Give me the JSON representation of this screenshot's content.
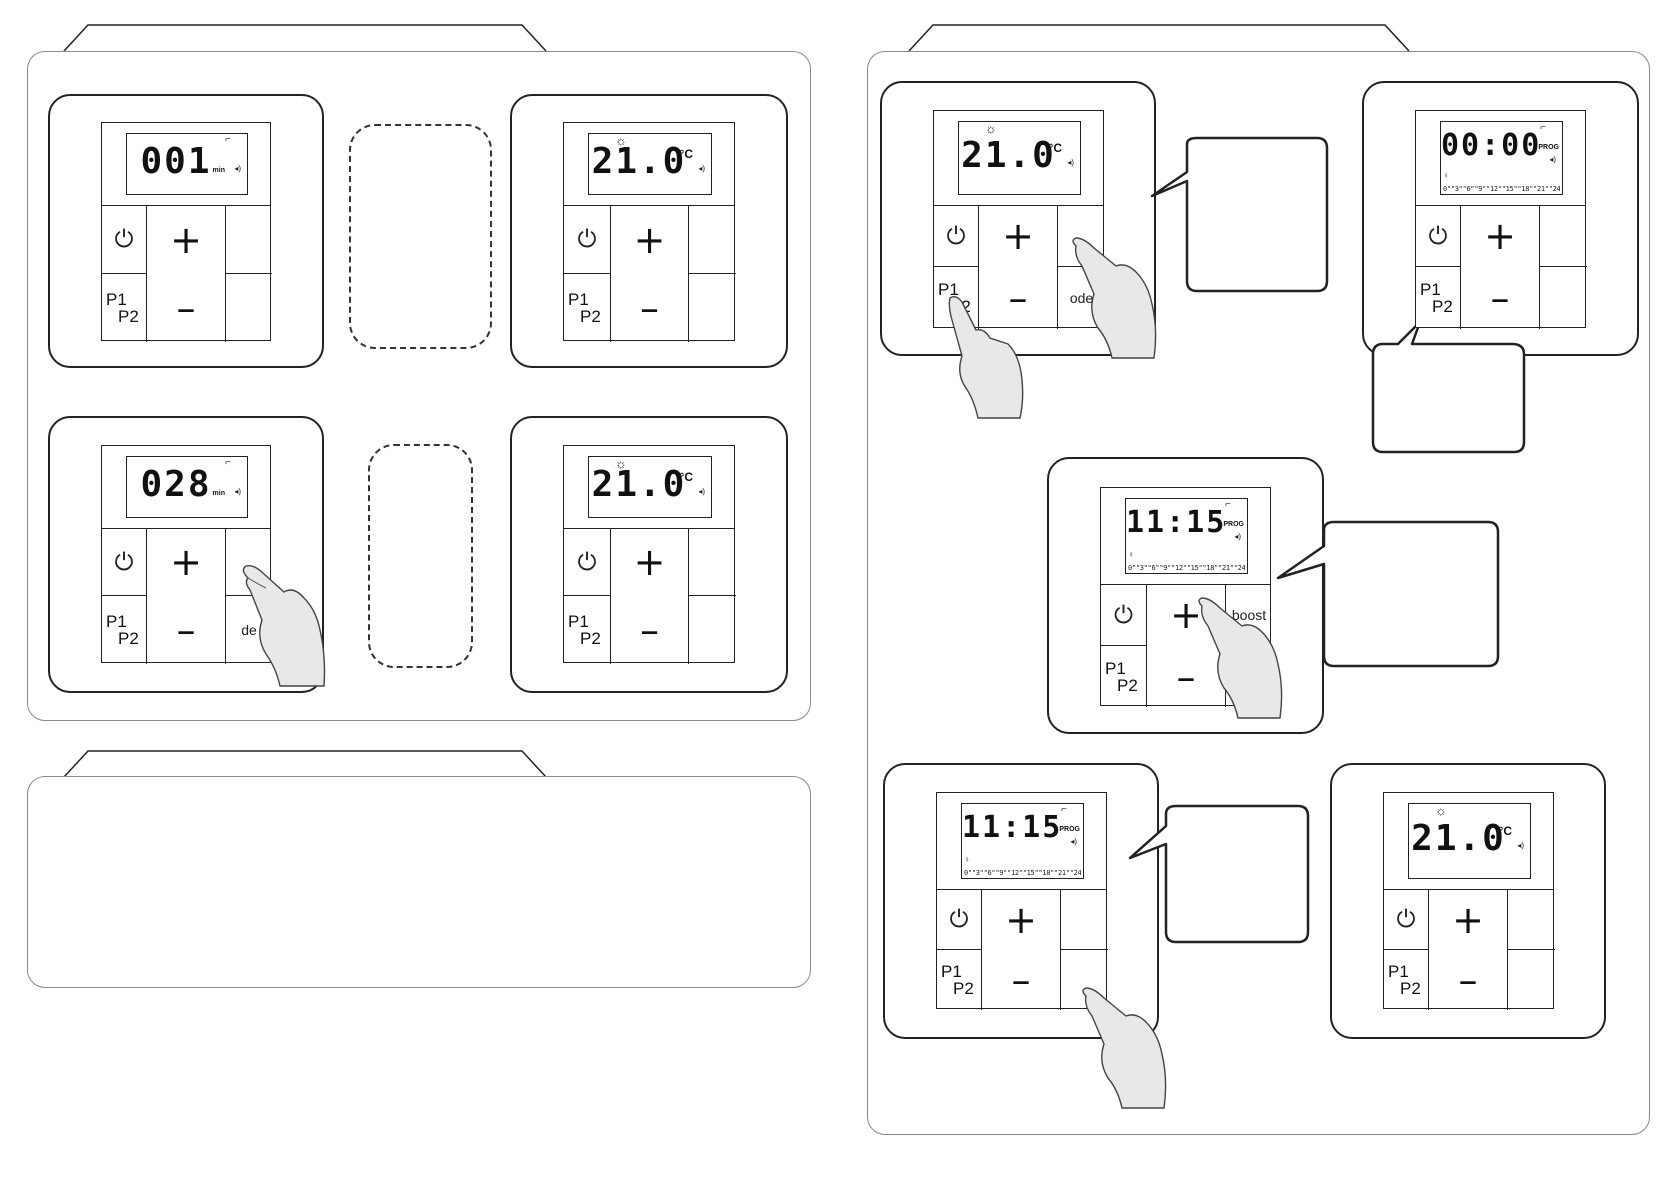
{
  "units": {
    "minutes": "min",
    "celsius": "°C",
    "prog": "PROG"
  },
  "buttons": {
    "p1": "P1",
    "p2": "P2",
    "power_icon": "power-icon",
    "plus": "+",
    "minus": "–"
  },
  "time_scale": "0\"\"3\"\"6\"\"9\"\"12\"\"15\"\"18\"\"21\"\"24\"",
  "icons": {
    "sun": "sun-icon",
    "fan": "fan-icon",
    "sound": "speaker-icon",
    "person": "person-icon"
  },
  "devices": [
    {
      "id": "left-top-1",
      "reading": "001",
      "unit": "min",
      "mode": "timer",
      "side_top": "",
      "side_bottom": ""
    },
    {
      "id": "left-top-2",
      "reading": "21.0",
      "unit": "°C",
      "mode": "temp",
      "side_top": "",
      "side_bottom": ""
    },
    {
      "id": "left-bottom-1",
      "reading": "028",
      "unit": "min",
      "mode": "timer",
      "side_top": "",
      "side_bottom": "de"
    },
    {
      "id": "left-bottom-2",
      "reading": "21.0",
      "unit": "°C",
      "mode": "temp",
      "side_top": "",
      "side_bottom": ""
    },
    {
      "id": "right-top-1",
      "reading": "21.0",
      "unit": "°C",
      "mode": "temp",
      "side_top": "",
      "side_bottom": "ode"
    },
    {
      "id": "right-top-2",
      "reading": "00:00",
      "unit": "PROG",
      "mode": "prog",
      "side_top": "",
      "side_bottom": ""
    },
    {
      "id": "right-middle",
      "reading": "11:15",
      "unit": "PROG",
      "mode": "prog",
      "side_top": "boost",
      "side_bottom": ""
    },
    {
      "id": "right-bottom-1",
      "reading": "11:15",
      "unit": "PROG",
      "mode": "prog",
      "side_top": "",
      "side_bottom": ""
    },
    {
      "id": "right-bottom-2",
      "reading": "21.0",
      "unit": "°C",
      "mode": "temp",
      "side_top": "",
      "side_bottom": ""
    }
  ]
}
